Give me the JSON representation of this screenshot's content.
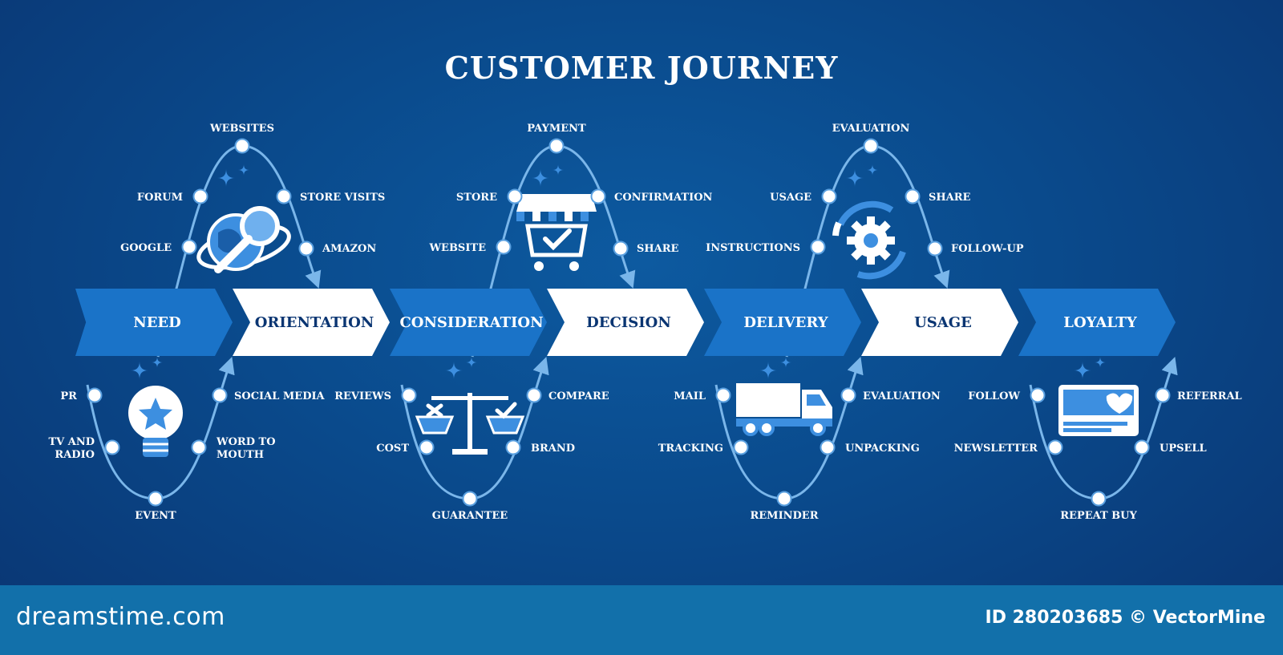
{
  "title": "CUSTOMER JOURNEY",
  "stages": [
    "NEED",
    "ORIENTATION",
    "CONSIDERATION",
    "DECISION",
    "DELIVERY",
    "USAGE",
    "LOYALTY"
  ],
  "loops": [
    {
      "points": [
        "PR",
        "TV AND RADIO",
        "EVENT",
        "WORD TO MOUTH",
        "SOCIAL MEDIA"
      ],
      "icon": "lightbulb-star-icon"
    },
    {
      "points": [
        "GOOGLE",
        "FORUM",
        "WEBSITES",
        "STORE VISITS",
        "AMAZON"
      ],
      "icon": "globe-magnifier-icon"
    },
    {
      "points": [
        "REVIEWS",
        "COST",
        "GUARANTEE",
        "BRAND",
        "COMPARE"
      ],
      "icon": "balance-scale-icon"
    },
    {
      "points": [
        "WEBSITE",
        "STORE",
        "PAYMENT",
        "CONFIRMATION",
        "SHARE"
      ],
      "icon": "shop-cart-icon"
    },
    {
      "points": [
        "MAIL",
        "TRACKING",
        "REMINDER",
        "UNPACKING",
        "EVALUATION"
      ],
      "icon": "delivery-truck-icon"
    },
    {
      "points": [
        "INSTRUCTIONS",
        "USAGE",
        "EVALUATION",
        "SHARE",
        "FOLLOW-UP"
      ],
      "icon": "gear-cycle-icon"
    },
    {
      "points": [
        "FOLLOW",
        "NEWSLETTER",
        "REPEAT BUY",
        "UPSELL",
        "REFERRAL"
      ],
      "icon": "discount-card-icon"
    }
  ],
  "footer": {
    "brand": "dreamstime.com",
    "credit": "ID 280203685 © VectorMine"
  },
  "colors": {
    "background": "#0a4a8c",
    "arrow_blue": "#1a73c8",
    "arrow_white": "#ffffff",
    "curve": "#7ab6ea",
    "stage_text_dark": "#0a3572"
  }
}
